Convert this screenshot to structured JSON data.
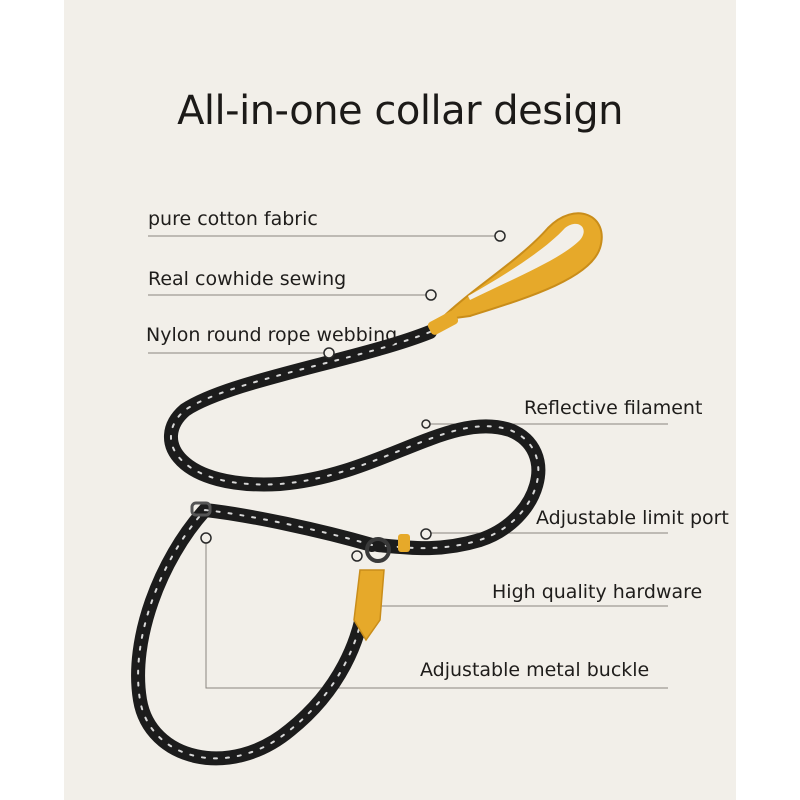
{
  "title": "All-in-one collar design",
  "labels": {
    "cotton": "pure cotton fabric",
    "cowhide": "Real cowhide sewing",
    "nylon": "Nylon round rope webbing",
    "reflective": "Reflective filament",
    "limit_port": "Adjustable limit port",
    "hardware": "High quality hardware",
    "buckle": "Adjustable metal  buckle"
  },
  "colors": {
    "background": "#f2efe9",
    "rope": "#1c1c1c",
    "accent": "#e6a92a",
    "reflective": "#cfcfcf"
  }
}
